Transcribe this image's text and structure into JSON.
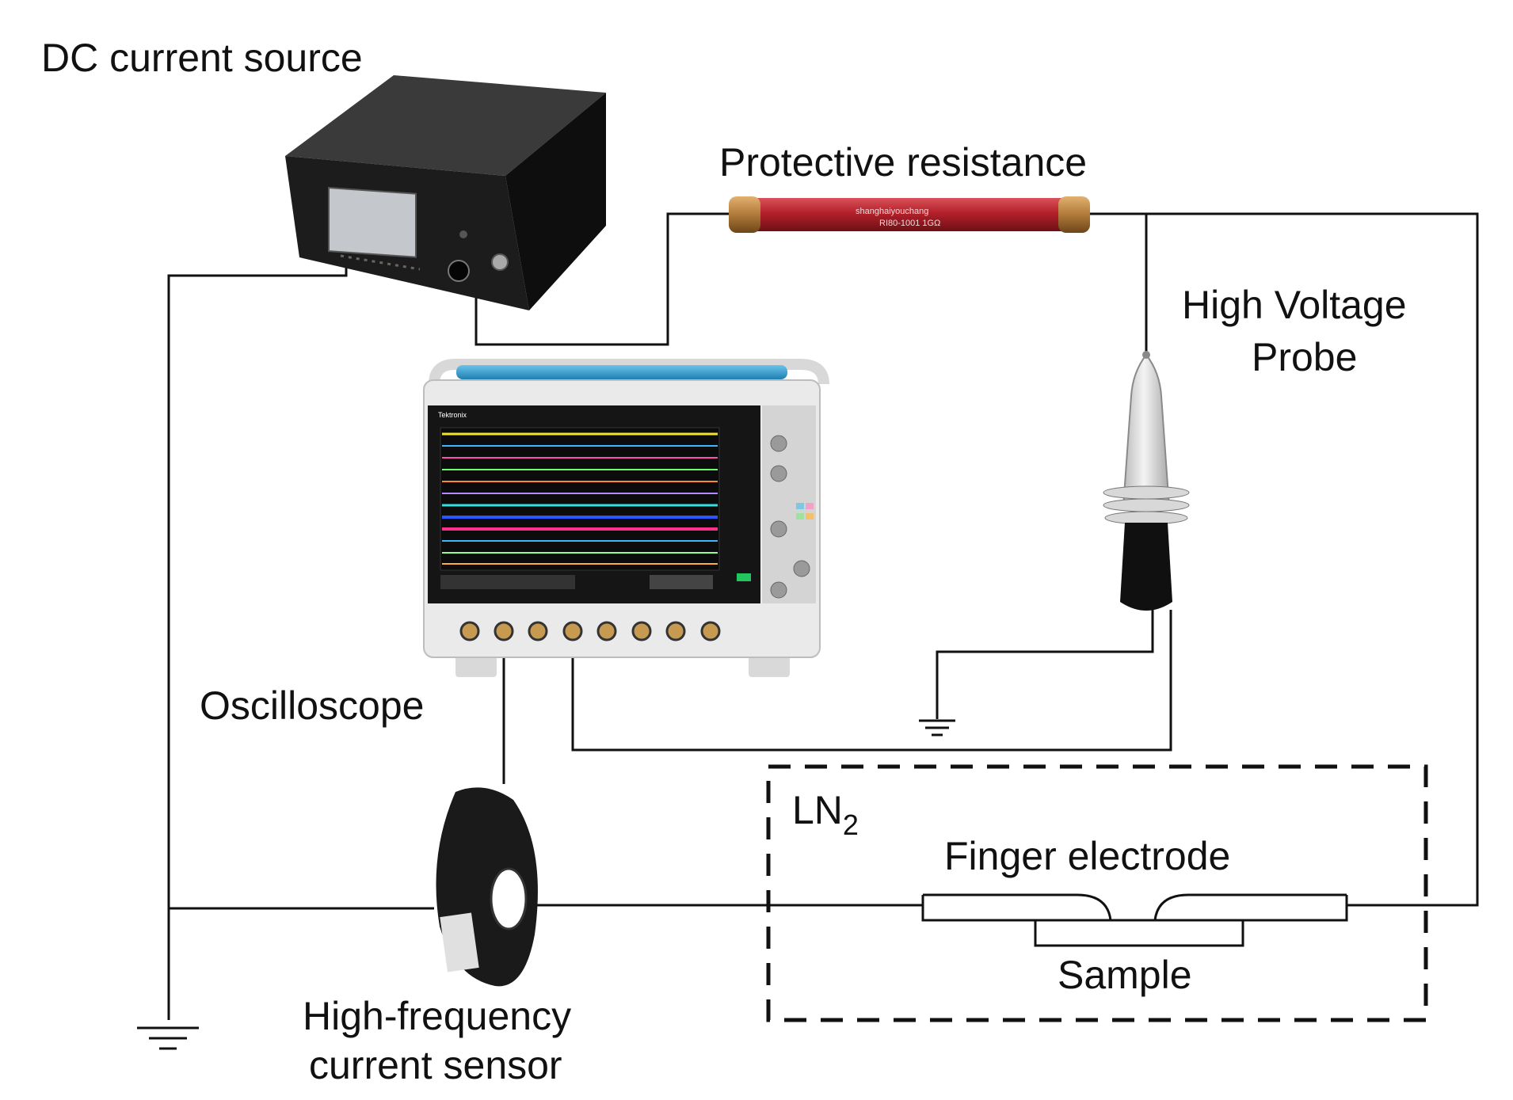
{
  "labels": {
    "dc_source": "DC current source",
    "protective_resistance": "Protective resistance",
    "hv_probe_line1": "High Voltage",
    "hv_probe_line2": "Probe",
    "oscilloscope": "Oscilloscope",
    "ln2_main": "LN",
    "ln2_sub": "2",
    "finger_electrode": "Finger electrode",
    "sample": "Sample",
    "hf_sensor_line1": "High-frequency",
    "hf_sensor_line2": "current sensor"
  },
  "device_markings": {
    "oscilloscope_brand": "Tektronix"
  },
  "colors": {
    "wire": "#111111",
    "resistor_body": "#b3202a",
    "resistor_caps": "#b07a3a",
    "oscilloscope_handle": "#2e9fd6",
    "dc_source_body": "#1c1c1c",
    "probe_body": "#e6e6e6",
    "probe_grip": "#111111",
    "sensor_body": "#1a1a1a"
  }
}
